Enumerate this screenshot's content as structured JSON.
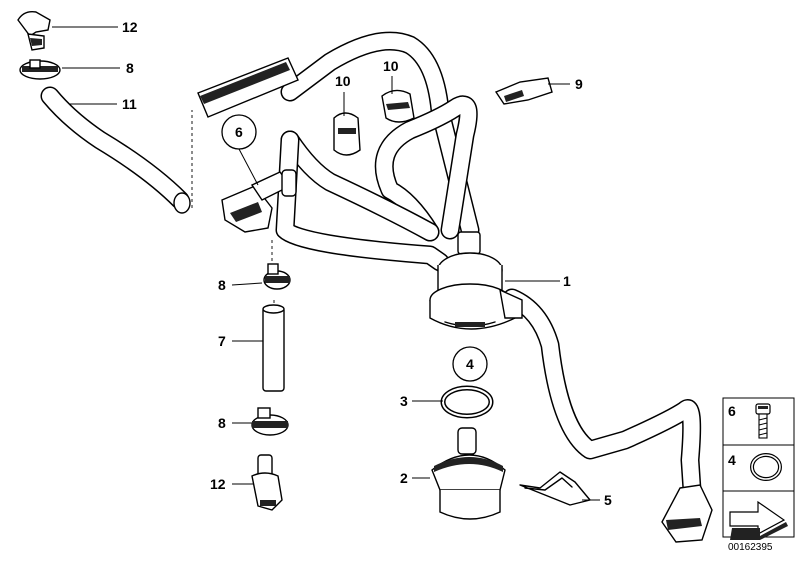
{
  "callouts": {
    "c1": "1",
    "c2": "2",
    "c3": "3",
    "c4": "4",
    "c5": "5",
    "c6": "6",
    "c7": "7",
    "c8a": "8",
    "c8b": "8",
    "c8c": "8",
    "c9": "9",
    "c10a": "10",
    "c10b": "10",
    "c11": "11",
    "c12a": "12",
    "c12b": "12"
  },
  "legend": {
    "item_top": "6",
    "item_bottom": "4"
  },
  "doc_number": "00162395"
}
